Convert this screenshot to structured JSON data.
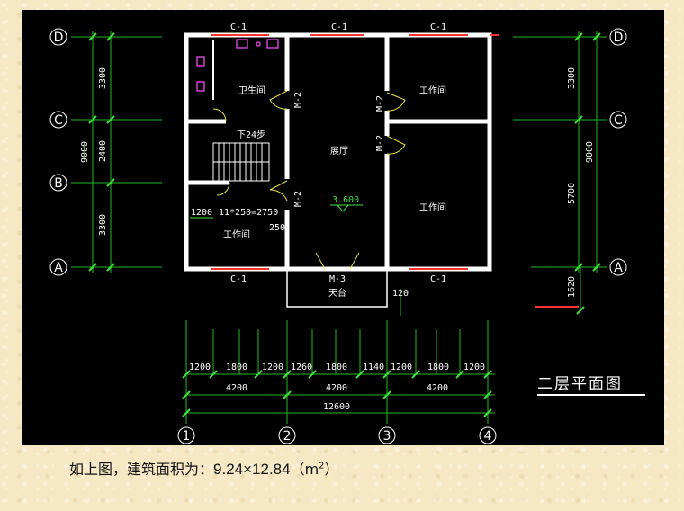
{
  "drawing": {
    "title": "二层平面图",
    "axes_rows": [
      "D",
      "C",
      "B",
      "A"
    ],
    "axes_cols": [
      "1",
      "2",
      "3",
      "4"
    ],
    "window_labels_top": [
      "C-1",
      "C-1",
      "C-1"
    ],
    "window_labels_bottom": [
      "C-1",
      "C-1"
    ],
    "door_labels": [
      "M-2",
      "M-2",
      "M-2",
      "M-2",
      "M-3"
    ],
    "rooms": {
      "bathroom": "卫生间",
      "hall": "展厅",
      "office_ne": "工作间",
      "office_se": "工作间",
      "office_sw": "工作间",
      "terrace": "天台"
    },
    "stair": {
      "down": "下24步",
      "spec": "11*250=2750",
      "dim_left": "1200",
      "dim_right": "250"
    },
    "elevation": "3.600",
    "terrace_dim": "120",
    "left_dims": {
      "d1": "3300",
      "d2": "2400",
      "d3": "3300",
      "total": "9000"
    },
    "right_dims": {
      "d1": "3300",
      "d2": "5700",
      "total": "9000",
      "extra": "1620"
    },
    "bottom_dims": {
      "row1": [
        "1200",
        "1800",
        "1200",
        "1260",
        "1800",
        "1140",
        "1200",
        "1800",
        "1200"
      ],
      "row2": [
        "4200",
        "4200",
        "4200"
      ],
      "total": "12600"
    }
  },
  "caption": {
    "prefix": "如上图，建筑面积为：",
    "value": "9.24×12.84",
    "unit_open": "（m",
    "unit_sup": "2",
    "unit_close": "）"
  }
}
